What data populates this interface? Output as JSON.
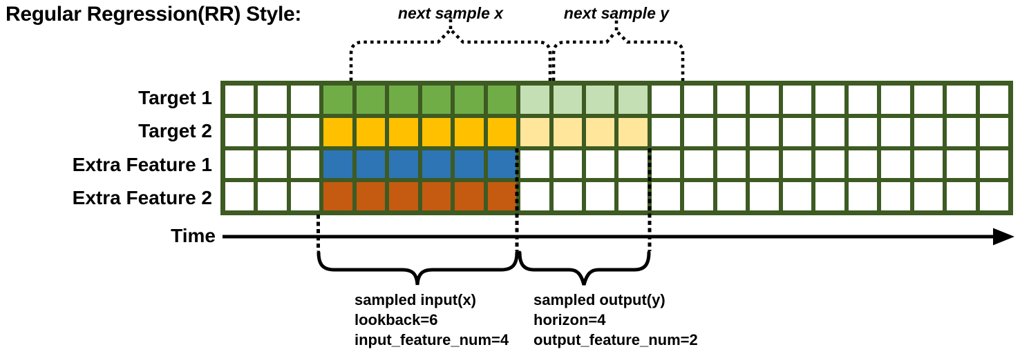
{
  "title": "Regular Regression(RR) Style:",
  "colors": {
    "grid_border": "#3d5b22",
    "green": "#70ad47",
    "light_green": "#c5dfb4",
    "yellow": "#ffc000",
    "light_yellow": "#ffe69b",
    "blue": "#2e75b6",
    "orange": "#c55a11",
    "line_black": "#000000",
    "cell_empty": "#ffffff"
  },
  "grid": {
    "total_cols": 24,
    "pre_cols": 3,
    "input_cols": 6,
    "output_cols": 4,
    "rows": [
      {
        "label": "Target 1",
        "input_color": "green",
        "output_color": "light_green"
      },
      {
        "label": "Target 2",
        "input_color": "yellow",
        "output_color": "light_yellow"
      },
      {
        "label": "Extra Feature 1",
        "input_color": "blue",
        "output_color": null
      },
      {
        "label": "Extra Feature 2",
        "input_color": "orange",
        "output_color": null
      }
    ]
  },
  "time_axis": {
    "label": "Time"
  },
  "annotations": {
    "next_sample_x": "next sample x",
    "next_sample_y": "next sample y",
    "input_label_lines": [
      "sampled input(x)",
      "lookback=6",
      "input_feature_num=4"
    ],
    "output_label_lines": [
      "sampled output(y)",
      "horizon=4",
      "output_feature_num=2"
    ]
  }
}
